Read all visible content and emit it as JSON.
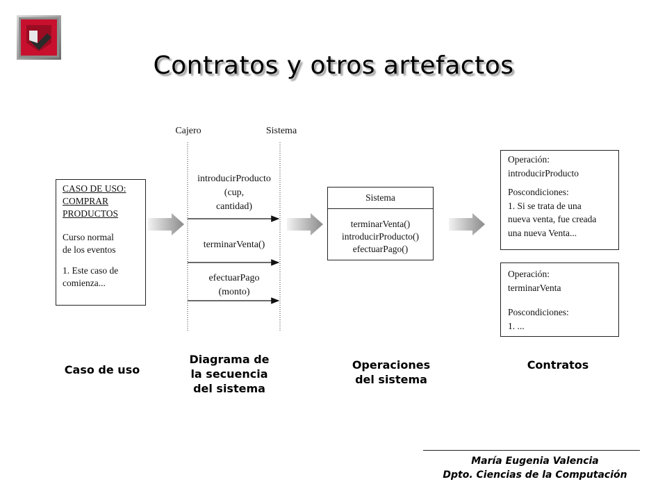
{
  "title": "Contratos y otros artefactos",
  "use_case_box": {
    "header_lines": [
      "CASO DE USO:",
      "COMPRAR",
      "PRODUCTOS"
    ],
    "body_lines": [
      "Curso normal",
      "de los eventos",
      "",
      "1. Este caso de",
      "comienza..."
    ]
  },
  "sequence": {
    "actor_left": "Cajero",
    "actor_right": "Sistema",
    "messages": [
      {
        "lines": [
          "introducirProducto",
          "(cup,",
          "cantidad)"
        ]
      },
      {
        "lines": [
          "terminarVenta()"
        ]
      },
      {
        "lines": [
          "efectuarPago",
          "(monto)"
        ]
      }
    ]
  },
  "system_box": {
    "header": "Sistema",
    "operations": [
      "terminarVenta()",
      "introducirProducto()",
      "efectuarPago()"
    ]
  },
  "contracts": [
    {
      "lines": [
        "Operación:",
        "introducirProducto",
        "",
        "Poscondiciones:",
        "1. Si se trata de una",
        "nueva venta, fue creada",
        "una nueva Venta..."
      ]
    },
    {
      "lines": [
        "Operación:",
        "terminarVenta",
        "",
        "Poscondiciones:",
        "1. ..."
      ]
    }
  ],
  "captions": {
    "use_case": [
      "Caso de uso"
    ],
    "sequence": [
      "Diagrama de",
      "la secuencia",
      "del sistema"
    ],
    "operations": [
      "Operaciones",
      "del sistema"
    ],
    "contracts": [
      "Contratos"
    ]
  },
  "footer": {
    "author": "María Eugenia Valencia",
    "department": "Dpto. Ciencias de la Computación"
  },
  "colors": {
    "arrow_gradient_start": "#f2f2f2",
    "arrow_gradient_end": "#8a8a8a",
    "title_shadow": "#9a9a9a",
    "logo_red": "#c8102e"
  },
  "icons": {
    "logo": "university-logo-icon",
    "flow_arrow": "block-arrow-right-icon"
  }
}
